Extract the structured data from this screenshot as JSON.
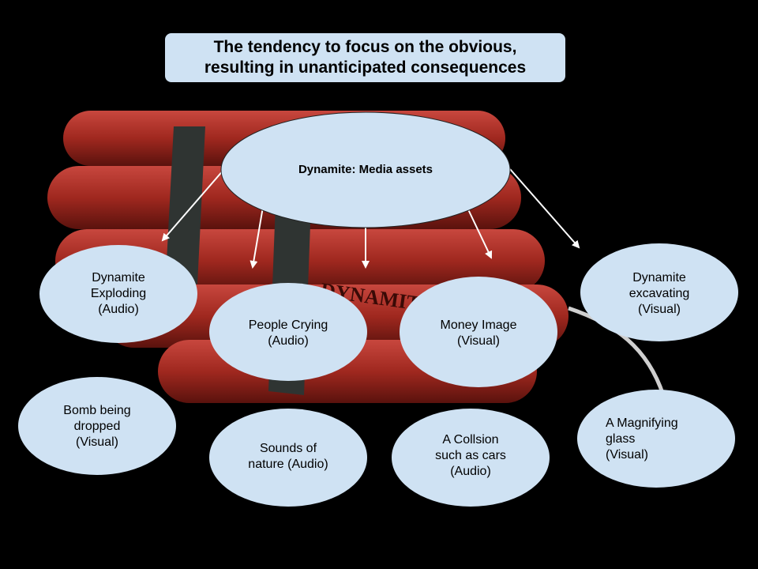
{
  "title": "The tendency to focus on the obvious,\nresulting in unanticipated consequences",
  "center_node": "Dynamite: Media assets",
  "dynamite_label": "DYNAMITE",
  "nodes": {
    "dynamite_exploding": "Dynamite\nExploding\n(Audio)",
    "people_crying": "People Crying\n(Audio)",
    "money_image": "Money Image\n(Visual)",
    "dynamite_excavating": "Dynamite\nexcavating\n(Visual)",
    "bomb_dropped": "Bomb being\ndropped\n(Visual)",
    "sounds_nature": "Sounds of\nnature (Audio)",
    "collision": "A Collsion\nsuch as cars\n(Audio)",
    "magnifying_glass": "A Magnifying\nglass\n     (Visual)"
  },
  "colors": {
    "node_fill": "#cfe2f3",
    "stick_red": "#a52a22",
    "arrow": "#ffffff"
  }
}
